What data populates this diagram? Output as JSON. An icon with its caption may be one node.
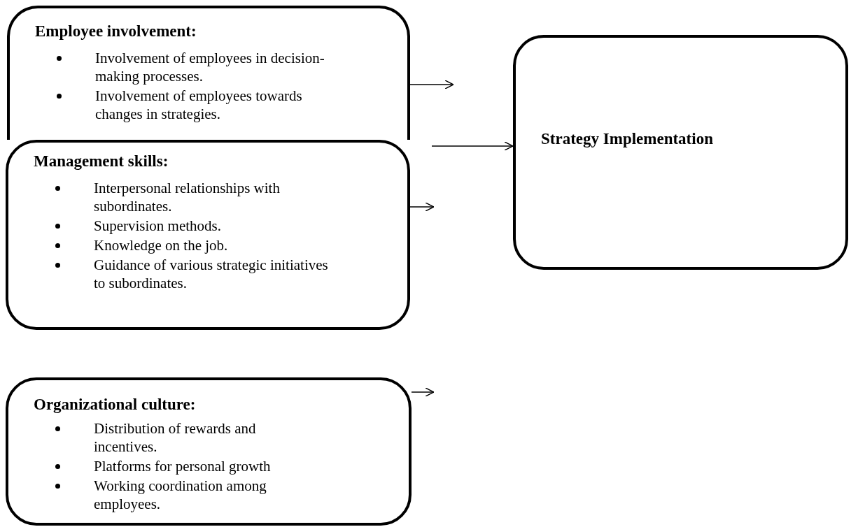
{
  "diagram": {
    "nodes": [
      {
        "text": [
          "Employee involvement:",
          "Involvement of employees in decision-making processes.",
          "Involvement of employees towards changes in strategies."
        ]
      },
      {
        "text": [
          "Management skills:",
          "Interpersonal relationships with subordinates.",
          "Supervision methods.",
          "Knowledge on the job.",
          "Guidance of various strategic initiatives to subordinates."
        ]
      },
      {
        "text": [
          "Organizational culture:",
          "Distribution of rewards and incentives.",
          "Platforms for personal growth",
          "Working coordination among employees."
        ]
      },
      {
        "text": [
          "Strategy Implementation"
        ]
      }
    ],
    "edges": [
      {
        "from": 0,
        "to": null,
        "arrow": "to"
      },
      {
        "from": null,
        "to": 3,
        "arrow": "to"
      },
      {
        "from": 1,
        "to": null,
        "arrow": "to"
      },
      {
        "from": 2,
        "to": null,
        "arrow": "to"
      }
    ]
  }
}
